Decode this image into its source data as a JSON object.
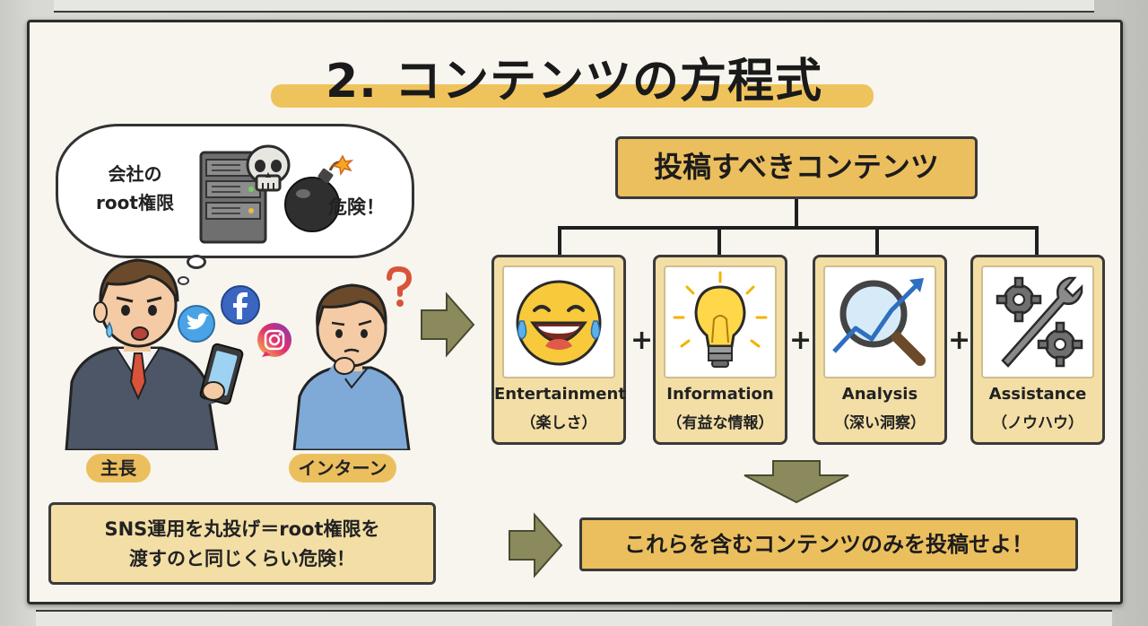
{
  "title": "2. コンテンツの方程式",
  "thought_bubble": {
    "line1": "会社の",
    "line2": "root権限",
    "danger": "危険！"
  },
  "people": {
    "manager_label": "主長",
    "intern_label": "インターン"
  },
  "warning": {
    "line1": "SNS運用を丸投げ＝root権限を",
    "line2": "渡すのと同じくらい危険！"
  },
  "category_title": "投稿すべきコンテンツ",
  "cards": [
    {
      "name": "Entertainment",
      "sub": "（楽しさ）",
      "icon": "laughing-face-icon"
    },
    {
      "name": "Information",
      "sub": "（有益な情報）",
      "icon": "lightbulb-icon"
    },
    {
      "name": "Analysis",
      "sub": "（深い洞察）",
      "icon": "magnifier-chart-icon"
    },
    {
      "name": "Assistance",
      "sub": "（ノウハウ）",
      "icon": "gear-wrench-icon"
    }
  ],
  "plus": "+",
  "result": "これらを含むコンテンツのみを投稿せよ！",
  "colors": {
    "accent": "#ecbf5e",
    "card_bg": "#f3dfa6",
    "arrow": "#8b8a5c",
    "board": "#f7f5ee"
  }
}
